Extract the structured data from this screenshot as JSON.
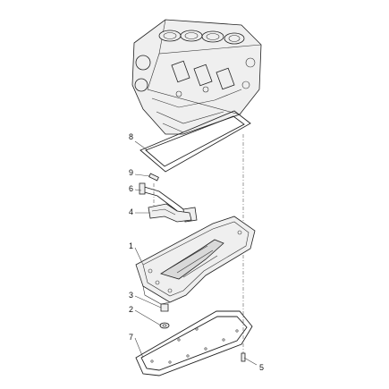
{
  "diagram": {
    "callouts": [
      {
        "id": "8",
        "label": "8"
      },
      {
        "id": "9",
        "label": "9"
      },
      {
        "id": "6",
        "label": "6"
      },
      {
        "id": "4",
        "label": "4"
      },
      {
        "id": "1",
        "label": "1"
      },
      {
        "id": "3",
        "label": "3"
      },
      {
        "id": "2",
        "label": "2"
      },
      {
        "id": "7",
        "label": "7"
      },
      {
        "id": "5",
        "label": "5"
      }
    ]
  }
}
